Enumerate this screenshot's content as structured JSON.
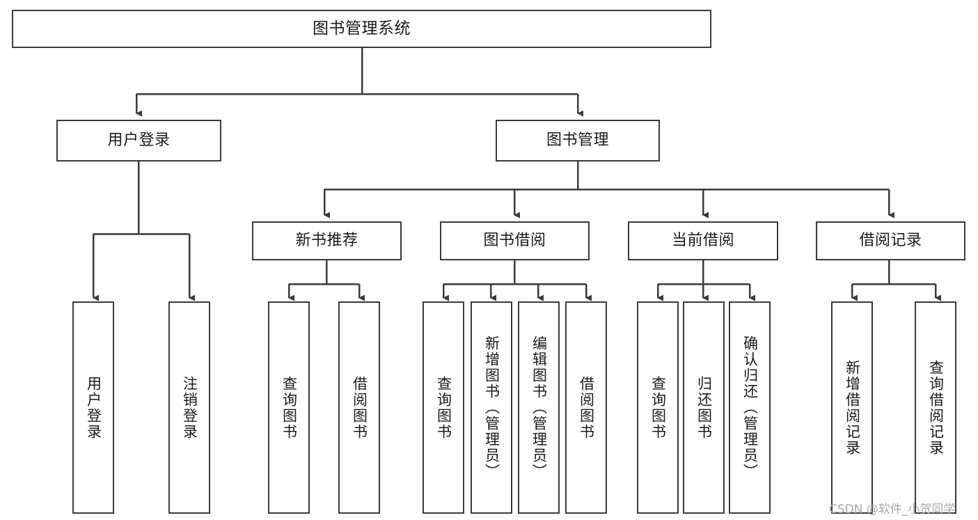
{
  "diagram": {
    "title": "图书管理系统",
    "type": "tree-hierarchy",
    "watermark": "CSDN @软件_小贺同学",
    "colors": {
      "box_border": "#3a3a3a",
      "box_fill": "#ffffff",
      "connector": "#3a3a3a",
      "text": "#1a1a1a",
      "watermark": "#a8a8a8"
    }
  },
  "nodes": {
    "root": {
      "label": "图书管理系统"
    },
    "level2": [
      {
        "label": "用户登录"
      },
      {
        "label": "图书管理"
      }
    ],
    "level3": [
      {
        "label": "新书推荐"
      },
      {
        "label": "图书借阅"
      },
      {
        "label": "当前借阅"
      },
      {
        "label": "借阅记录"
      }
    ],
    "leaves": {
      "user_login": [
        {
          "label": "用户登录"
        },
        {
          "label": "注销登录"
        }
      ],
      "new_book_recommend": [
        {
          "label": "查询图书"
        },
        {
          "label": "借阅图书"
        }
      ],
      "book_borrow": [
        {
          "label": "查询图书"
        },
        {
          "label": "新增图书（管理员）"
        },
        {
          "label": "编辑图书（管理员）"
        },
        {
          "label": "借阅图书"
        }
      ],
      "current_borrow": [
        {
          "label": "查询图书"
        },
        {
          "label": "归还图书"
        },
        {
          "label": "确认归还（管理员）"
        }
      ],
      "borrow_record": [
        {
          "label": "新增借阅记录"
        },
        {
          "label": "查询借阅记录"
        }
      ]
    }
  }
}
